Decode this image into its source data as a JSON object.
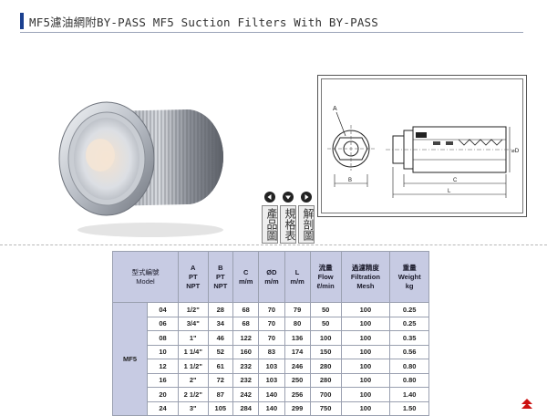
{
  "title": "MF5濾油網附BY-PASS MF5 Suction Filters With BY-PASS",
  "drawing": {
    "labels": {
      "a": "A",
      "b": "B",
      "c": "C",
      "l": "L",
      "d": "⌀D"
    }
  },
  "nav": [
    {
      "label": "產品圖",
      "icon": "left-arrow-icon"
    },
    {
      "label": "規格表",
      "icon": "down-arrow-icon"
    },
    {
      "label": "解剖圖",
      "icon": "right-arrow-icon"
    }
  ],
  "table": {
    "headers": {
      "model": [
        "型式編號",
        "Model"
      ],
      "a": [
        "A",
        "PT",
        "NPT"
      ],
      "b": [
        "B",
        "PT",
        "NPT"
      ],
      "c": [
        "C",
        "m/m"
      ],
      "d": [
        "ØD",
        "m/m"
      ],
      "l": [
        "L",
        "m/m"
      ],
      "flow": [
        "流量",
        "Flow",
        "ℓ/min"
      ],
      "mesh": [
        "過濾精度",
        "Filtration",
        "Mesh"
      ],
      "weight": [
        "重量",
        "Weight",
        "kg"
      ]
    },
    "group": "MF5",
    "rows": [
      {
        "code": "04",
        "a": "1/2\"",
        "b": "28",
        "c": "68",
        "d": "70",
        "l": "79",
        "flow": "50",
        "mesh": "100",
        "weight": "0.25"
      },
      {
        "code": "06",
        "a": "3/4\"",
        "b": "34",
        "c": "68",
        "d": "70",
        "l": "80",
        "flow": "50",
        "mesh": "100",
        "weight": "0.25"
      },
      {
        "code": "08",
        "a": "1\"",
        "b": "46",
        "c": "122",
        "d": "70",
        "l": "136",
        "flow": "100",
        "mesh": "100",
        "weight": "0.35"
      },
      {
        "code": "10",
        "a": "1 1/4\"",
        "b": "52",
        "c": "160",
        "d": "83",
        "l": "174",
        "flow": "150",
        "mesh": "100",
        "weight": "0.56"
      },
      {
        "code": "12",
        "a": "1 1/2\"",
        "b": "61",
        "c": "232",
        "d": "103",
        "l": "246",
        "flow": "280",
        "mesh": "100",
        "weight": "0.80"
      },
      {
        "code": "16",
        "a": "2\"",
        "b": "72",
        "c": "232",
        "d": "103",
        "l": "250",
        "flow": "280",
        "mesh": "100",
        "weight": "0.80"
      },
      {
        "code": "20",
        "a": "2 1/2\"",
        "b": "87",
        "c": "242",
        "d": "140",
        "l": "256",
        "flow": "700",
        "mesh": "100",
        "weight": "1.40"
      },
      {
        "code": "24",
        "a": "3\"",
        "b": "105",
        "c": "284",
        "d": "140",
        "l": "299",
        "flow": "750",
        "mesh": "100",
        "weight": "1.50"
      }
    ]
  },
  "colors": {
    "accent": "#1a3f8f",
    "table_header": "#c7cbe3",
    "top_arrow": "#cc1111"
  }
}
